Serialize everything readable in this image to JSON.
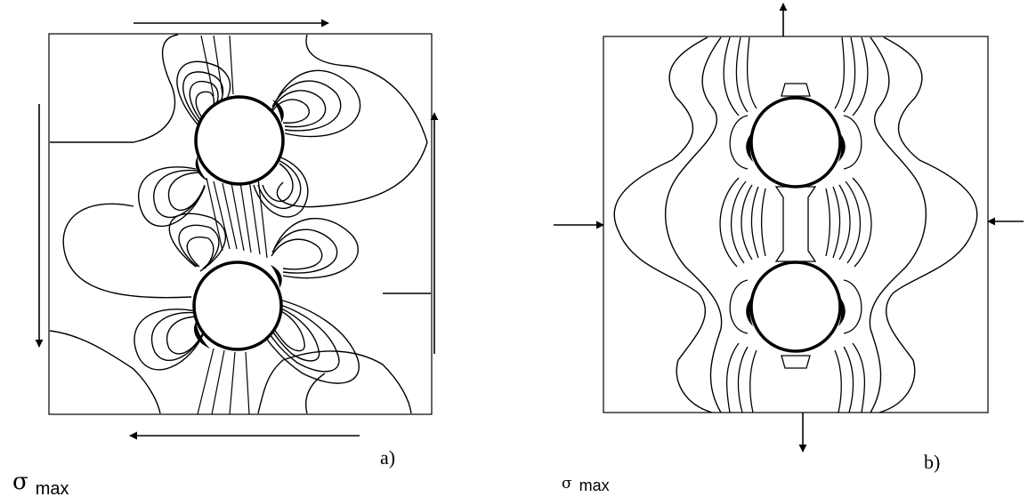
{
  "panels": [
    {
      "id": "a",
      "label": "a)",
      "loading": "shear"
    },
    {
      "id": "b",
      "label": "b)",
      "loading": "biaxial"
    }
  ],
  "legend_a": {
    "symbol": "σ",
    "subscript": "max"
  },
  "legend_b": {
    "symbol": "σ",
    "subscript": "max"
  },
  "contour_color": "#000000",
  "background_color": "#ffffff"
}
